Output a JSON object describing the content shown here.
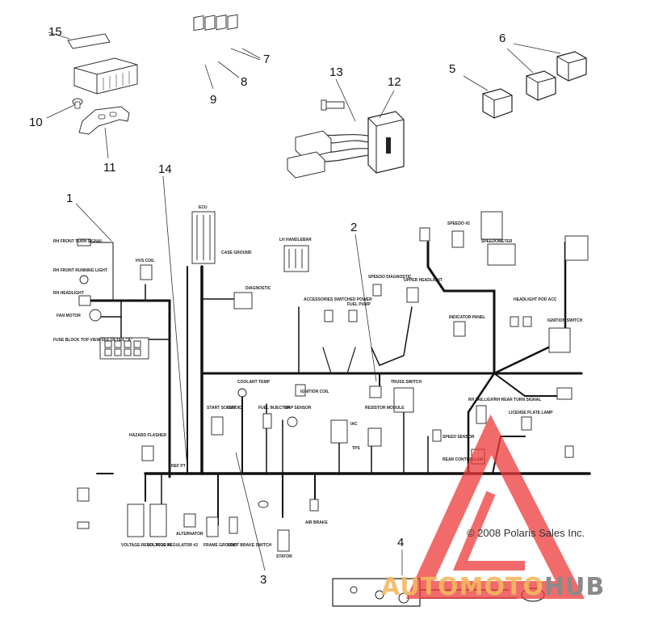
{
  "callouts": [
    {
      "id": "1",
      "label": "1"
    },
    {
      "id": "2",
      "label": "2"
    },
    {
      "id": "3",
      "label": "3"
    },
    {
      "id": "4",
      "label": "4"
    },
    {
      "id": "5",
      "label": "5"
    },
    {
      "id": "6",
      "label": "6"
    },
    {
      "id": "7",
      "label": "7"
    },
    {
      "id": "8",
      "label": "8"
    },
    {
      "id": "9",
      "label": "9"
    },
    {
      "id": "10",
      "label": "10"
    },
    {
      "id": "11",
      "label": "11"
    },
    {
      "id": "12",
      "label": "12"
    },
    {
      "id": "13",
      "label": "13"
    },
    {
      "id": "14",
      "label": "14"
    },
    {
      "id": "15",
      "label": "15"
    }
  ],
  "labels": {
    "rh_front_turn": "RH FRONT TURN SIGNAL",
    "rh_front_running": "RH FRONT RUNNING LIGHT",
    "rh_headlight": "RH HEADLIGHT",
    "fan_motor": "FAN MOTOR",
    "fuse_block": "FUSE BLOCK TOP VIEW SEE DETAIL \"A\"",
    "hvs_coil": "HVS COIL",
    "ecu": "ECU",
    "case_ground": "CASE GROUND",
    "diagnostic": "DIAGNOSTIC",
    "lh_handlebar": "LH HANDLEBAR",
    "accessories": "ACCESSORIES SWITCHED POWER",
    "fuel_pump": "FUEL PUMP",
    "speedo_diagnostic": "SPEEDO DIAGNOSTIC",
    "upper_headlight": "UPPER HEADLIGHT",
    "speedo2": "SPEEDO #2",
    "speedometer": "SPEEDOMETER",
    "indicator_panel": "INDICATOR PANEL",
    "headlight_pod": "HEADLIGHT POD ACC",
    "ignition_switch": "IGNITION SWITCH",
    "coolant_temp": "COOLANT TEMP",
    "ignition_coil": "IGNITION COIL",
    "start_solenoid": "START SOLENOID",
    "bat": "BAT",
    "fuel_injector": "FUEL INJECTOR",
    "map_sensor": "MAP SENSOR",
    "truss_switch": "TRUSS SWITCH",
    "resistor_module": "RESISTOR MODULE",
    "rh_taillight": "RH TAILLIGHT",
    "rh_rear_turn": "RH REAR TURN SIGNAL",
    "license_plate": "LICENSE PLATE LAMP",
    "hazard_flasher": "HAZARD FLASHER",
    "speed_sensor": "SPEED SENSOR",
    "tps": "TPS",
    "iac": "IAC",
    "rear_controller": "REAR CONTROLLER",
    "voltage_reg1": "VOLTAGE REGULATOR #1",
    "voltage_reg2": "VOLTAGE REGULATOR #2",
    "alternator": "ALTERNATOR",
    "frame_ground": "FRAME GROUND",
    "foot_brake": "FOOT BRAKE SWITCH",
    "stator": "STATOR",
    "air_brake": "AIR BRAKE",
    "ref_pt": "REF PT"
  },
  "copyright": "© 2008 Polaris Sales Inc.",
  "watermark": {
    "part1": "AUTOMOTO",
    "part2": "HUB",
    "color1": "#f4b860",
    "color2": "#8a8a8a",
    "triangle_color": "#ee3a3a"
  }
}
